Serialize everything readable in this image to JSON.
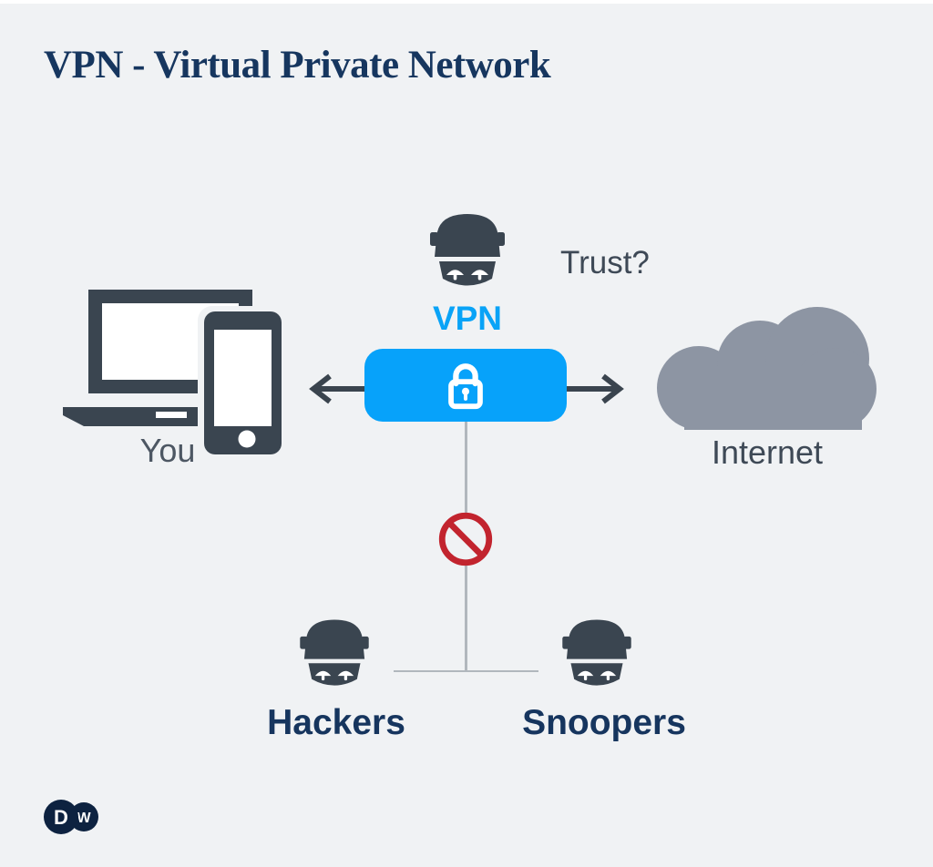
{
  "title": "VPN - Virtual Private Network",
  "diagram": {
    "vpn_node": {
      "label": "VPN",
      "question": "Trust?",
      "icon": "masked-figure-icon"
    },
    "tunnel": {
      "icon": "padlock-icon",
      "left_arrow_icon": "arrow-left-icon",
      "right_arrow_icon": "arrow-right-icon"
    },
    "user_node": {
      "label": "You",
      "icon": "laptop-and-phone-icon"
    },
    "internet_node": {
      "label": "Internet",
      "icon": "cloud-icon"
    },
    "blocked": {
      "icon": "no-entry-icon"
    },
    "threat_nodes": [
      {
        "label": "Hackers",
        "icon": "masked-figure-icon"
      },
      {
        "label": "Snoopers",
        "icon": "masked-figure-icon"
      }
    ]
  },
  "branding": {
    "logo_text": "DW",
    "letters": [
      "D",
      "W"
    ]
  },
  "colors": {
    "background": "#f0f2f4",
    "accent_blue": "#07a2fa",
    "charcoal": "#3a4550",
    "cloud_gray": "#8d95a3",
    "title_navy": "#16365f",
    "threat_navy": "#16355e",
    "prohibition_red": "#c2242e",
    "connector_gray": "#b1b7bd",
    "logo_navy": "#0d2240"
  }
}
